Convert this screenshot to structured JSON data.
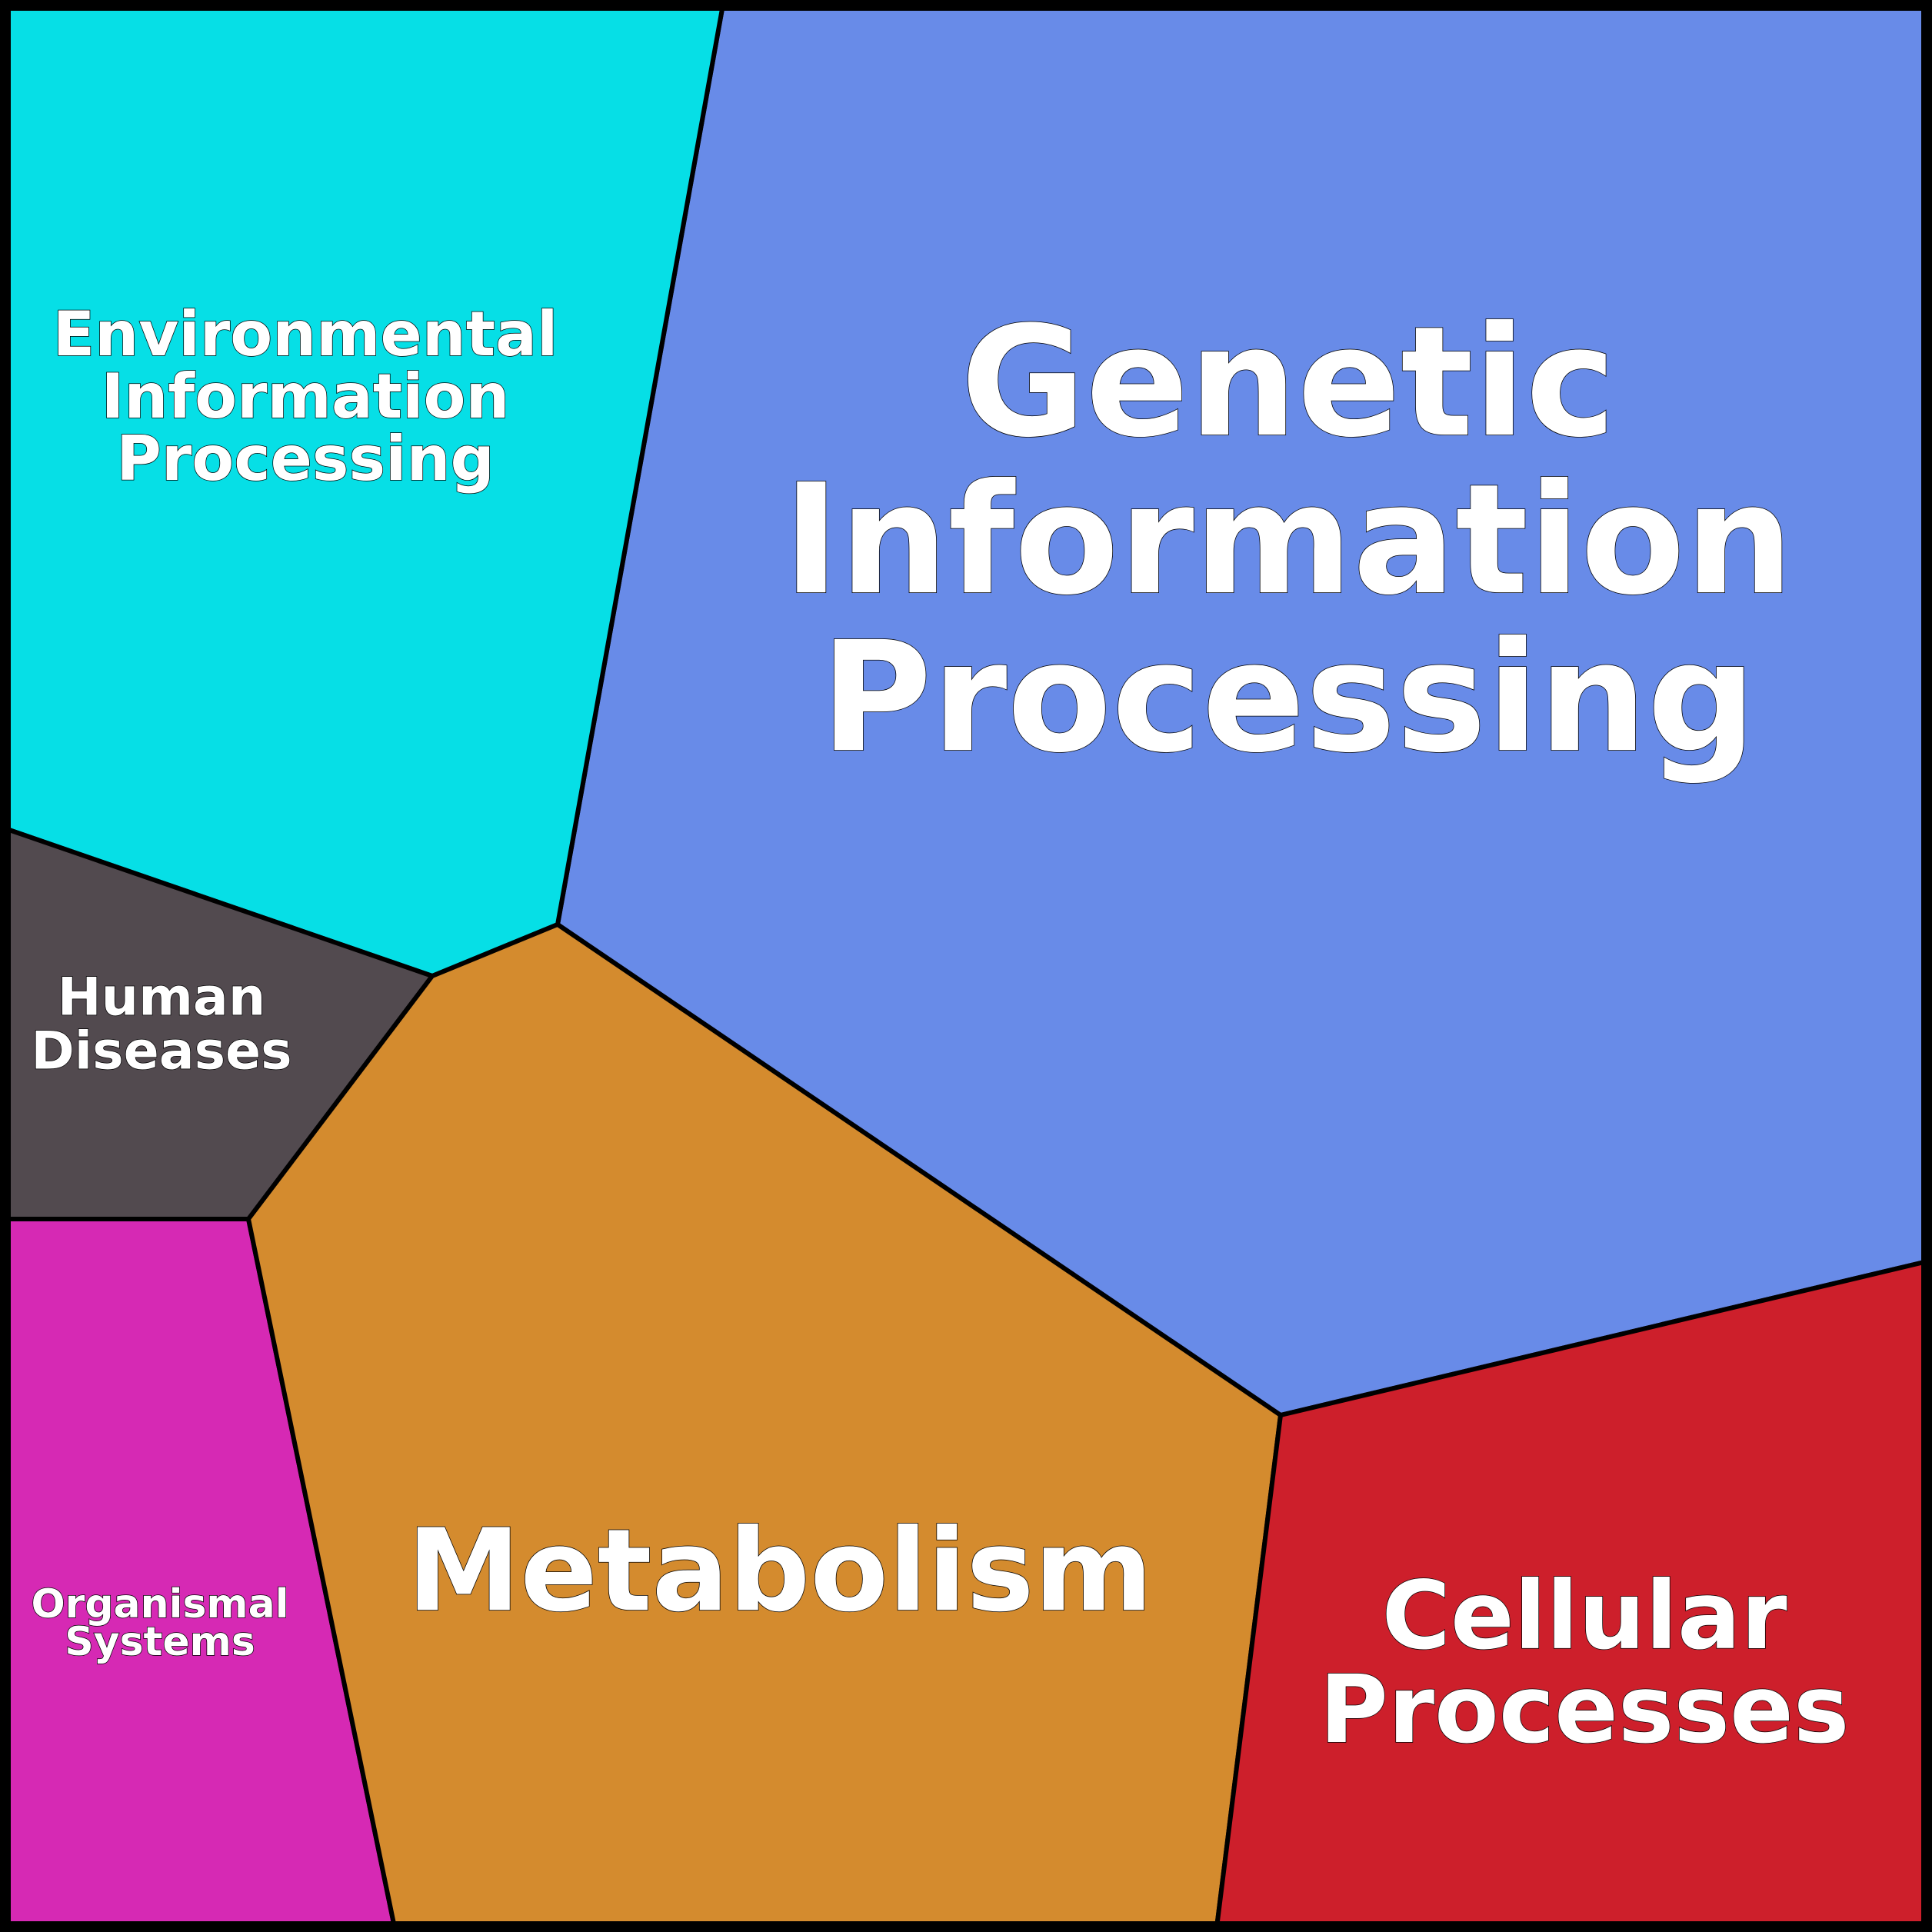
{
  "title": "KEGG pathway categories",
  "categories": [
    {
      "id": "genetic",
      "lines": [
        "Genetic",
        "Information",
        "Processing"
      ],
      "color": "#688be8"
    },
    {
      "id": "environmental",
      "lines": [
        "Environmental",
        "Information",
        "Processing"
      ],
      "color": "#06dfe6"
    },
    {
      "id": "human-diseases",
      "lines": [
        "Human",
        "Diseases"
      ],
      "color": "#524a4f"
    },
    {
      "id": "organismal",
      "lines": [
        "Organismal",
        "Systems"
      ],
      "color": "#d629b4"
    },
    {
      "id": "metabolism",
      "lines": [
        "Metabolism"
      ],
      "color": "#d48b2e"
    },
    {
      "id": "cellular",
      "lines": [
        "Cellular",
        "Processes"
      ],
      "color": "#cd1f2b"
    }
  ]
}
